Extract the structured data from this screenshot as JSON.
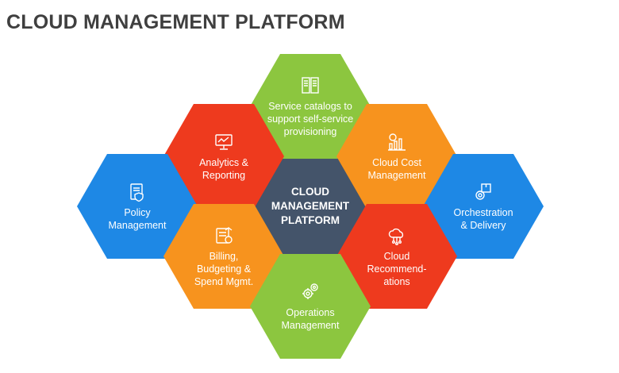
{
  "title": "CLOUD MANAGEMENT PLATFORM",
  "center": {
    "label": "CLOUD\nMANAGEMENT\nPLATFORM",
    "color": "#44546a"
  },
  "hexes": [
    {
      "key": "service-catalogs",
      "label": "Service catalogs to\nsupport self-service\nprovisioning",
      "color": "#8cc63f",
      "icon": "catalog-icon"
    },
    {
      "key": "analytics",
      "label": "Analytics &\nReporting",
      "color": "#ee3a1e",
      "icon": "analytics-icon"
    },
    {
      "key": "cloud-cost",
      "label": "Cloud Cost\nManagement",
      "color": "#f7931e",
      "icon": "cost-chart-icon"
    },
    {
      "key": "policy",
      "label": "Policy\nManagement",
      "color": "#1e88e5",
      "icon": "policy-shield-icon"
    },
    {
      "key": "orchestration",
      "label": "Orchestration\n& Delivery",
      "color": "#1e88e5",
      "icon": "delivery-gear-icon"
    },
    {
      "key": "billing",
      "label": "Billing,\nBudgeting &\nSpend Mgmt.",
      "color": "#f7931e",
      "icon": "billing-icon"
    },
    {
      "key": "recommendations",
      "label": "Cloud\nRecommend-\nations",
      "color": "#ee3a1e",
      "icon": "cloud-network-icon"
    },
    {
      "key": "operations",
      "label": "Operations\nManagement",
      "color": "#8cc63f",
      "icon": "gears-icon"
    }
  ]
}
